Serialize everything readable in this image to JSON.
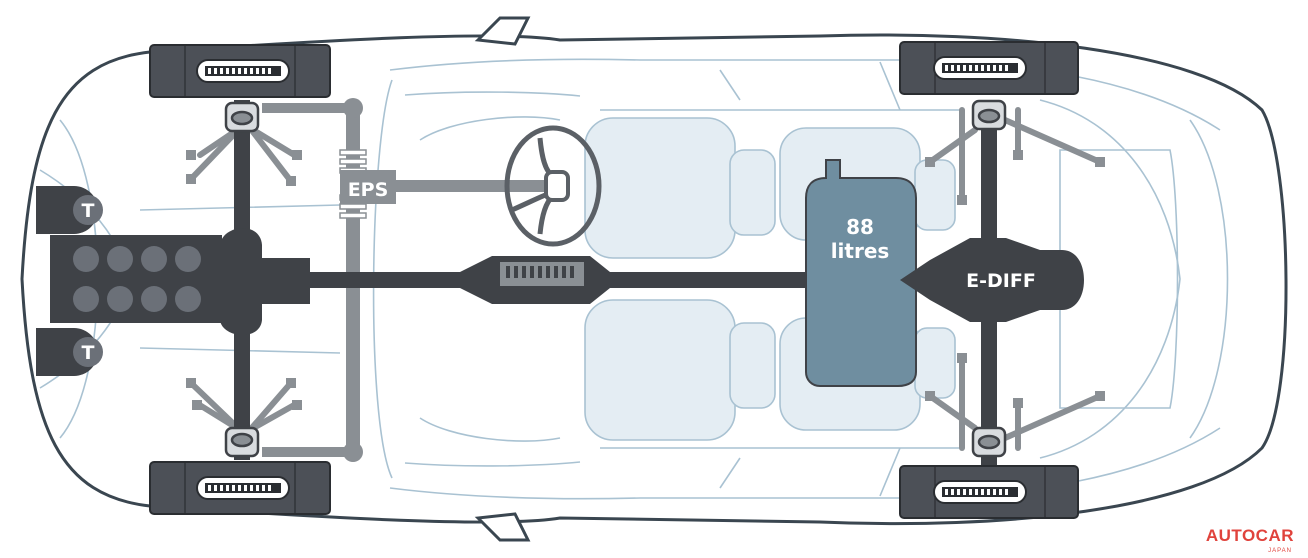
{
  "labels": {
    "eps": "EPS",
    "tank_line1": "88",
    "tank_line2": "litres",
    "ediff": "E-DIFF",
    "turbo": "T"
  },
  "watermark": {
    "brand": "AUTOCAR",
    "region": "JAPAN"
  },
  "colors": {
    "body_outline": "#5b6a76",
    "interior_lines": "#a9c2d2",
    "seat_fill": "#e4edf3",
    "drivetrain": "#3f4247",
    "linkage": "#8a8f94",
    "tank_fill": "#6f8ea0",
    "brand": "#e0433c"
  }
}
